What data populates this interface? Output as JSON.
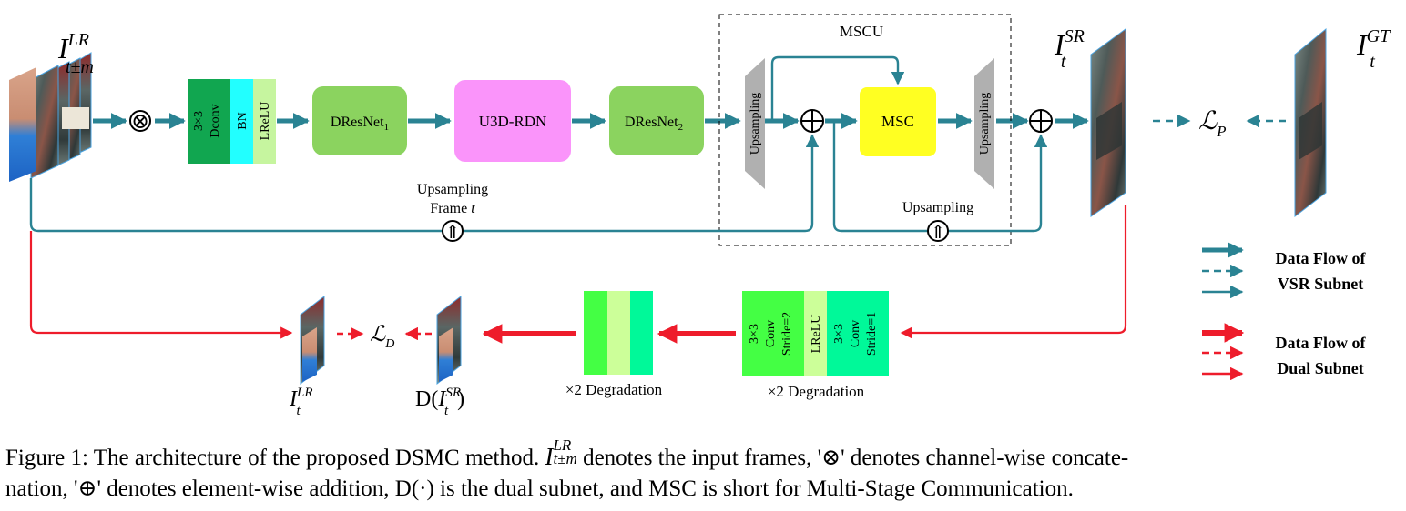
{
  "labels": {
    "input_sym": "I",
    "input_sup": "LR",
    "input_sub": "t±m",
    "sr_sym": "I",
    "sr_sup": "SR",
    "sr_sub": "t",
    "gt_sym": "I",
    "gt_sup": "GT",
    "gt_sub": "t",
    "lr_out_sym": "I",
    "lr_out_sup": "LR",
    "lr_out_sub": "t",
    "dual_prefix": "D(",
    "dual_sym": "I",
    "dual_sup": "SR",
    "dual_sub": "t",
    "dual_suffix": ")",
    "loss_p": "ℒ",
    "loss_p_sub": "P",
    "loss_d": "ℒ",
    "loss_d_sub": "D",
    "concat_symbol": "⊗",
    "add_symbol": "⊕",
    "upsample_symbol": "⇑"
  },
  "blocks": {
    "conv1": "3×3",
    "conv2": "Dconv",
    "bn": "BN",
    "lrelu": "LReLU",
    "dresnet1": "DResNet",
    "dresnet1_sub": "1",
    "u3d": "U3D-RDN",
    "dresnet2": "DResNet",
    "dresnet2_sub": "2",
    "mscu_title": "MSCU",
    "upsampling_left": "Upsampling",
    "msc": "MSC",
    "upsampling_right": "Upsampling",
    "upsampling_frame_line1": "Upsampling",
    "upsampling_frame_line2": "Frame ",
    "upsampling_frame_t": "t",
    "upsampling_inner": "Upsampling",
    "deg_conv_a1": "3×3",
    "deg_conv_a2": "Conv",
    "deg_conv_a3": "Stride=2",
    "deg_lrelu": "LReLU",
    "deg_conv_b1": "3×3",
    "deg_conv_b2": "Conv",
    "deg_conv_b3": "Stride=1",
    "degradation_right": "×2 Degradation",
    "degradation_left": "×2 Degradation"
  },
  "legend": {
    "vsr_line1": "Data Flow of",
    "vsr_line2": "VSR Subnet",
    "dual_line1": "Data Flow of",
    "dual_line2": "Dual Subnet"
  },
  "caption": {
    "part1": "Figure 1: The architecture of the proposed DSMC method. ",
    "sym": "I",
    "sup": "LR",
    "sub": "t±m",
    "part2": " denotes the input frames, '⊗' denotes channel-wise concate-",
    "line2": "nation, '⊕' denotes element-wise addition, D(·) is the dual subnet, and MSC is short for Multi-Stage Communication."
  },
  "colors": {
    "vsr_flow": "#2a8393",
    "dual_flow": "#ee1c2b",
    "dconv": "#11a650",
    "bn": "#22ffff",
    "lrelu": "#c6f59f",
    "dresnet": "#8bd35f",
    "u3d": "#fa94fa",
    "msc": "#ffff22",
    "upsample": "#b0b0b0",
    "deg_green": "#44ff44",
    "deg_light": "#ccff99",
    "deg_teal": "#00f999"
  }
}
